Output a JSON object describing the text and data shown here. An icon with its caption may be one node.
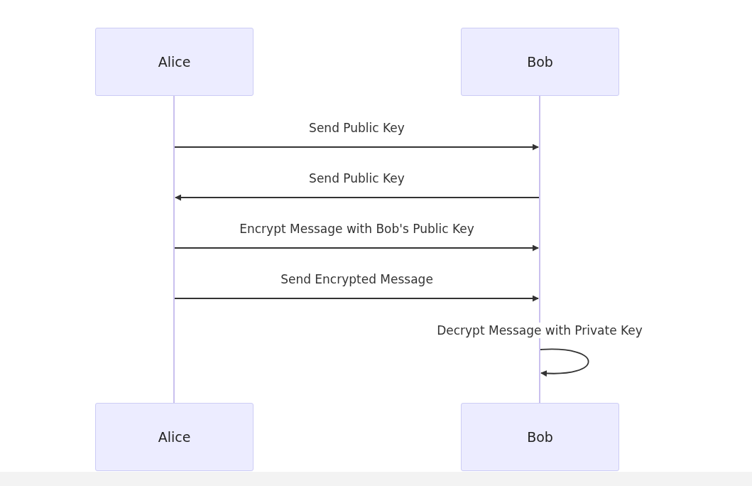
{
  "diagram": {
    "nodes": [
      {
        "text": [
          "Alice"
        ]
      },
      {
        "text": [
          "Bob"
        ]
      },
      {
        "text": [
          "Alice"
        ]
      },
      {
        "text": [
          "Bob"
        ]
      },
      {
        "text": [],
        "shape": "bar"
      },
      {
        "text": [],
        "shape": "bar"
      }
    ],
    "edges": [
      {
        "from": 4,
        "to": 5,
        "arrow": "to",
        "label": "Send Public Key"
      },
      {
        "from": 5,
        "to": 4,
        "arrow": "to",
        "label": "Send Public Key"
      },
      {
        "from": 4,
        "to": 5,
        "arrow": "to",
        "label": "Encrypt Message with Bob's Public Key"
      },
      {
        "from": 4,
        "to": 5,
        "arrow": "to",
        "label": "Send Encrypted Message"
      },
      {
        "from": 5,
        "to": 5,
        "arrow": "to",
        "label": "Decrypt Message with Private Key"
      }
    ]
  }
}
